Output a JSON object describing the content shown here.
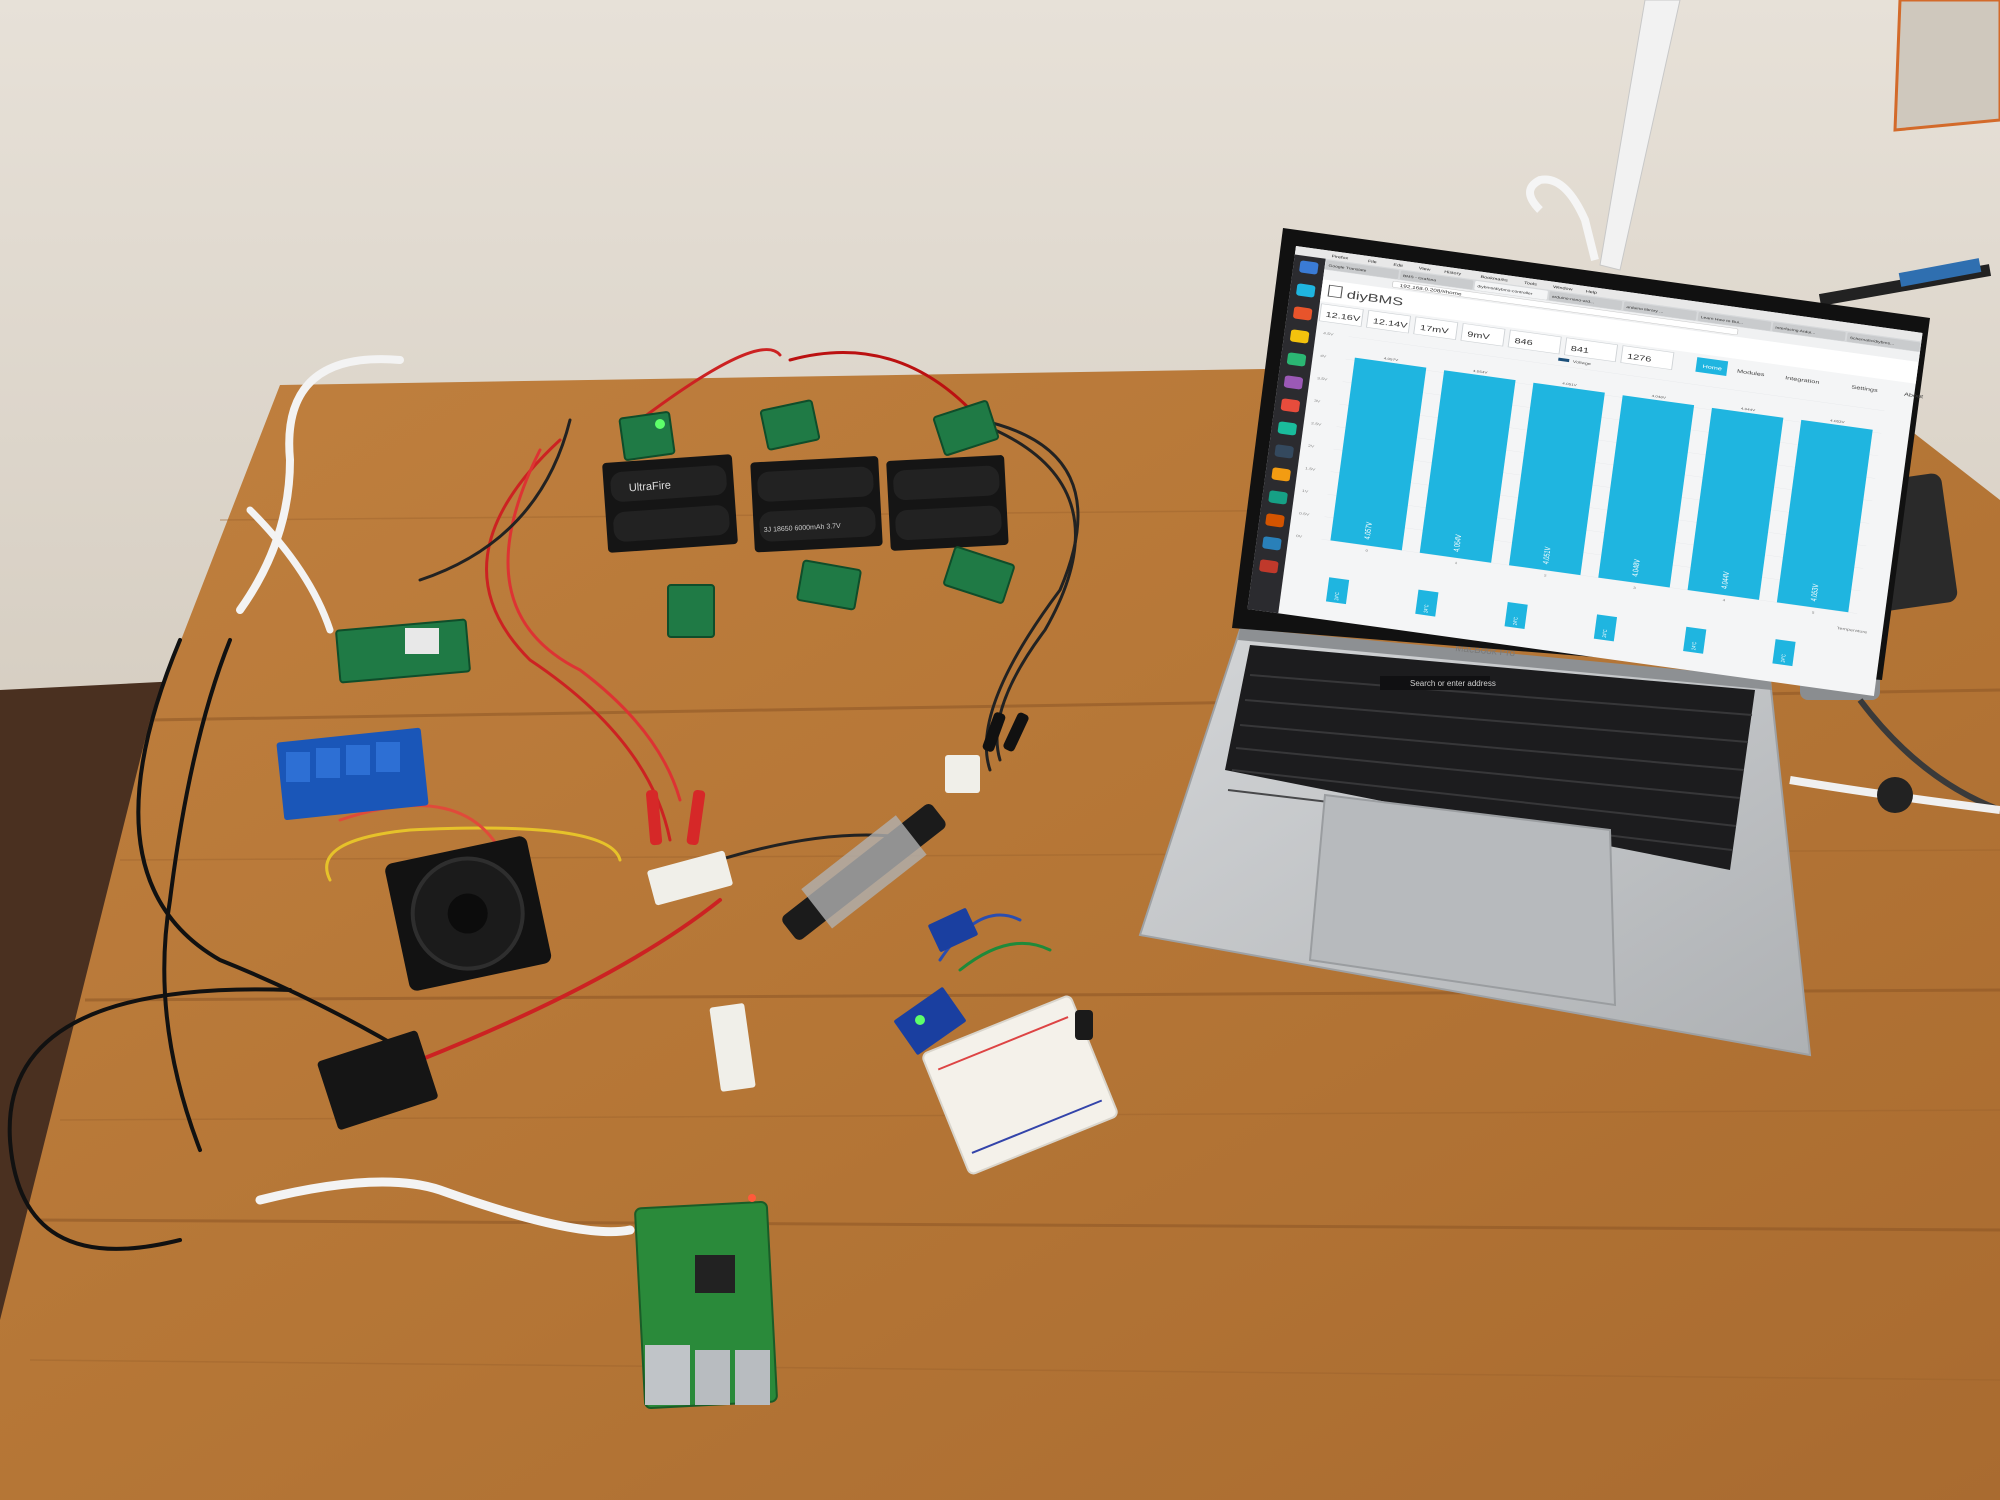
{
  "scene": {
    "description_labels": {
      "battery_brand": "UltraFire",
      "battery_spec": "3J 18650 6000mAh 3.7V",
      "laptop_brand": "MacBook Pro",
      "touchbar_search": "Search or enter address"
    }
  },
  "browser": {
    "app_menu": [
      "Firefox",
      "File",
      "Edit",
      "View",
      "History",
      "Bookmarks",
      "Tools",
      "Window",
      "Help"
    ],
    "tabs": [
      "Google Translate",
      "BMS - Grafana",
      "diybms/diybms-controller",
      "arduino-nano-ard...",
      "arduino library ...",
      "Learn How to Bui...",
      "Interfacing Ardui...",
      "Schematic/diybms..."
    ],
    "address": "192.168.0.208/#home"
  },
  "app": {
    "brand": "diyBMS",
    "nav": [
      "Home",
      "Modules",
      "Integration",
      "Settings",
      "About"
    ],
    "active_nav": "Home",
    "info_boxes": [
      "12.16V",
      "12.14V",
      "17mV",
      "9mV",
      "846",
      "841",
      "1276"
    ],
    "legend_label": "Voltage",
    "y_ticks": [
      "4.5V",
      "4V",
      "3.5V",
      "3V",
      "2.5V",
      "2V",
      "1.5V",
      "1V",
      "0.5V",
      "0V"
    ],
    "right_axis_label": "Temperature"
  },
  "chart_data": {
    "type": "bar",
    "categories": [
      "0",
      "1",
      "2",
      "3",
      "4",
      "5"
    ],
    "series": [
      {
        "name": "Voltage",
        "values": [
          4.057,
          4.054,
          4.051,
          4.048,
          4.044,
          4.053
        ]
      }
    ],
    "value_labels": [
      "4.057V",
      "4.054V",
      "4.051V",
      "4.048V",
      "4.044V",
      "4.053V"
    ],
    "temperature_labels": [
      "24°C",
      "24°C",
      "24°C",
      "24°C",
      "24°C",
      "24°C"
    ],
    "ylim": [
      0,
      4.5
    ],
    "colors": {
      "bar": "#1fb5e0",
      "background": "#ffffff"
    }
  },
  "colors": {
    "table": "#b8773a",
    "table_dark": "#9a5f2a",
    "pcb": "#1f7a45",
    "laptop": "#c9cbcd",
    "accent": "#1fb5e0"
  }
}
